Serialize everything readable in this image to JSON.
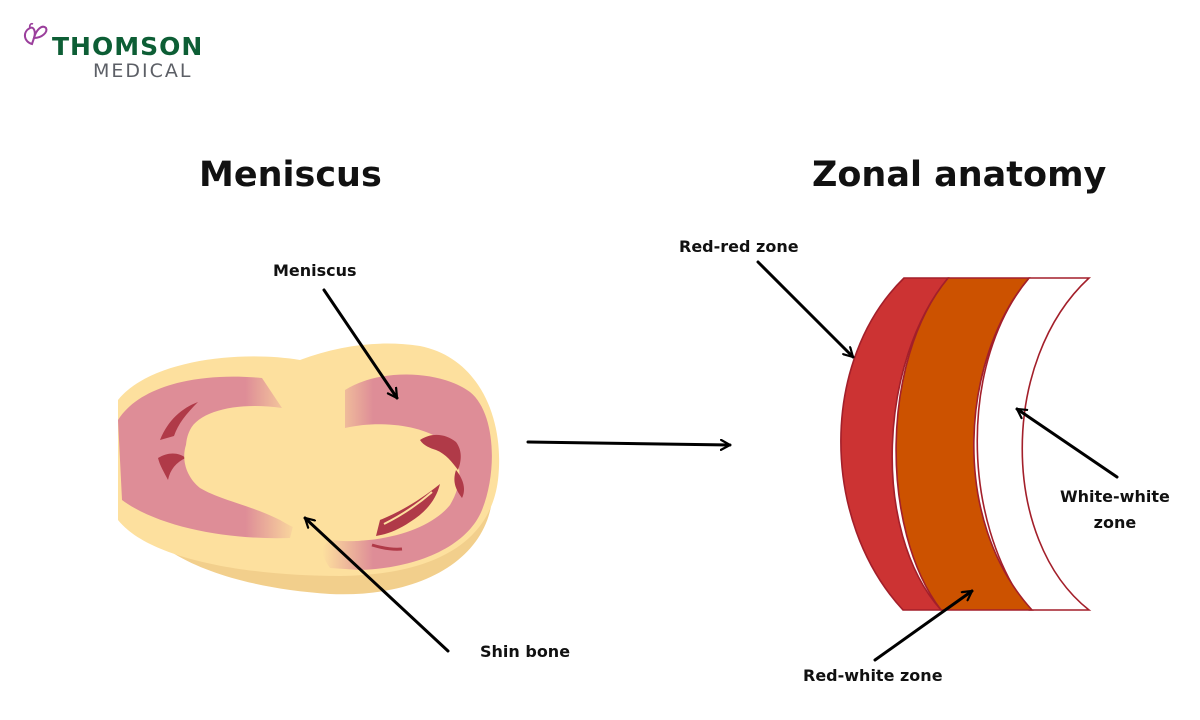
{
  "logo": {
    "line1": "THOMSON",
    "line2": "MEDICAL"
  },
  "left_panel": {
    "title": "Meniscus",
    "label_meniscus": "Meniscus",
    "label_shin_bone": "Shin bone"
  },
  "right_panel": {
    "title": "Zonal anatomy",
    "label_red_red": "Red-red zone",
    "label_red_white": "Red-white zone",
    "label_white_white_line1": "White-white",
    "label_white_white_line2": "zone"
  },
  "colors": {
    "brand_green": "#0d5e35",
    "brand_gray": "#5c5f66",
    "brand_purple": "#9b3f9c",
    "bone": "#fde09e",
    "bone_shadow": "#f2cf8c",
    "meniscus_pink": "#de8d97",
    "tear_red": "#b03a48",
    "zone_red": "#cc3333",
    "zone_orange": "#cc5200",
    "zone_white": "#ffffff",
    "zone_outline": "#a31f2a",
    "arrow": "#000000"
  }
}
